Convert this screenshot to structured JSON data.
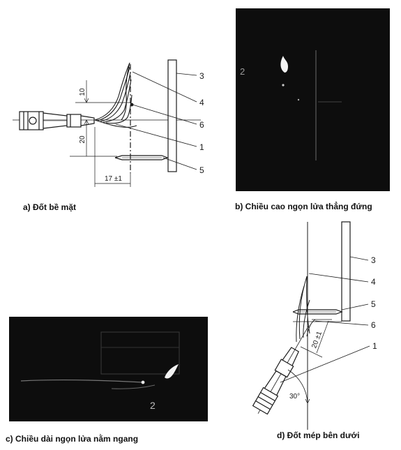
{
  "panels": {
    "a": {
      "caption": "a) Đốt bề mặt",
      "callouts": [
        "3",
        "4",
        "6",
        "1",
        "5"
      ],
      "dims": {
        "top": "10",
        "bottom": "20",
        "horizontal": "17 ±1"
      }
    },
    "b": {
      "caption": "b) Chiều cao ngọn lửa thẳng đứng",
      "label": "2"
    },
    "c": {
      "caption": "c) Chiều dài ngọn lửa nằm ngang",
      "label": "2"
    },
    "d": {
      "caption": "d) Đốt mép bên dưới",
      "callouts": [
        "3",
        "4",
        "5",
        "6",
        "1"
      ],
      "dims": {
        "distance": "20 ±1",
        "angle": "30°"
      }
    }
  },
  "colors": {
    "line": "#1a1a1a",
    "photo_bg": "#0d0d0d",
    "flame": "#f2f2f2"
  }
}
